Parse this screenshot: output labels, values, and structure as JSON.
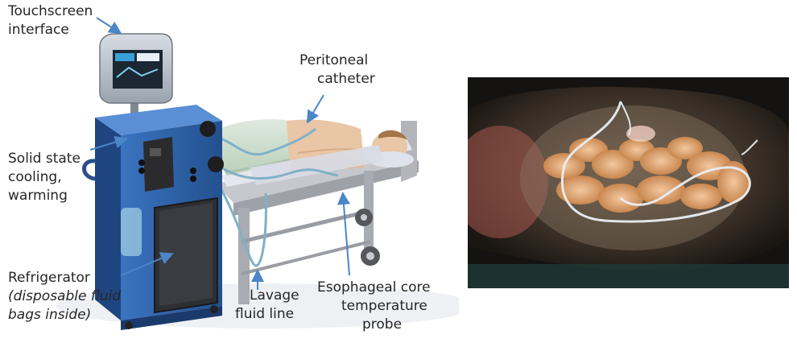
{
  "figure": {
    "labels": {
      "touchscreen": [
        "Touchscreen",
        "interface"
      ],
      "cooling": [
        "Solid state",
        "cooling,",
        "warming"
      ],
      "refrigerator": [
        "Refrigerator",
        "(disposable fluid",
        "bags inside)"
      ],
      "lavage": [
        "Lavage",
        "fluid line"
      ],
      "peritoneal": [
        "Peritoneal",
        "catheter"
      ],
      "esophageal": [
        "Esophageal core",
        "temperature",
        "probe"
      ]
    },
    "colors": {
      "arrow": "#4a86c8",
      "machine_body": "#2f63a8",
      "machine_shade": "#1f4580",
      "gown": "#cfe0cf",
      "skin": "#e9c6a6",
      "bed": "#b9b9be",
      "abdomen_bg": "#1d1a16",
      "intestine": "#d9a36a"
    }
  }
}
